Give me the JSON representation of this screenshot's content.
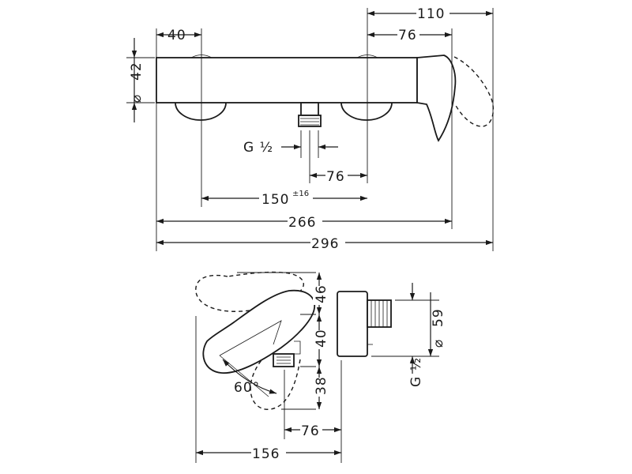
{
  "top_view": {
    "dims": {
      "d40": "40",
      "d110": "110",
      "d76_top": "76",
      "d42": "42",
      "diam": "⌀",
      "g_label": "G ½",
      "d76_mid": "76",
      "d150": "150",
      "tol": "±16",
      "d266": "266",
      "d296": "296"
    }
  },
  "side_view": {
    "dims": {
      "d46": "46",
      "d40": "40",
      "d38": "38",
      "d59": "59",
      "diam": "⌀",
      "g_label": "G ½",
      "angle": "60°",
      "d76": "76",
      "d156": "156"
    }
  }
}
